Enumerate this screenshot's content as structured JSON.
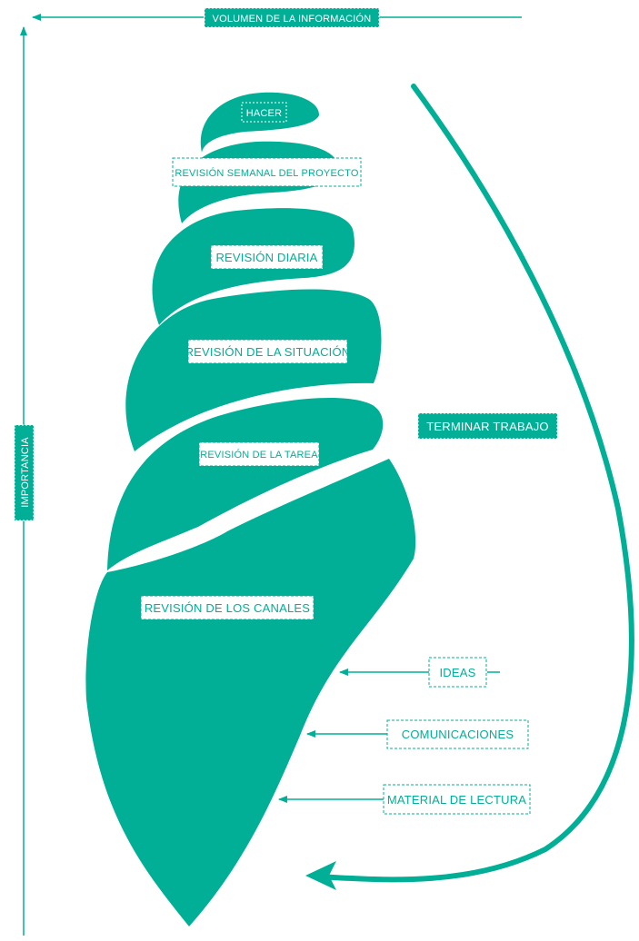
{
  "colors": {
    "accent": "#00af95",
    "background": "#ffffff",
    "text_on_accent": "#ffffff"
  },
  "axes": {
    "top": "VOLUMEN DE LA INFORMACIÓN",
    "left": "IMPORTANCIA"
  },
  "shell_levels": [
    "HACER",
    "REVISIÓN SEMANAL DEL PROYECTO",
    "REVISIÓN DIARIA",
    "REVISIÓN DE LA SITUACIÓN",
    "REVISIÓN DE LA TAREA",
    "REVISIÓN DE LOS CANALES"
  ],
  "side_label": "TERMINAR TRABAJO",
  "inputs": [
    "IDEAS",
    "COMUNICACIONES",
    "MATERIAL DE LECTURA"
  ]
}
